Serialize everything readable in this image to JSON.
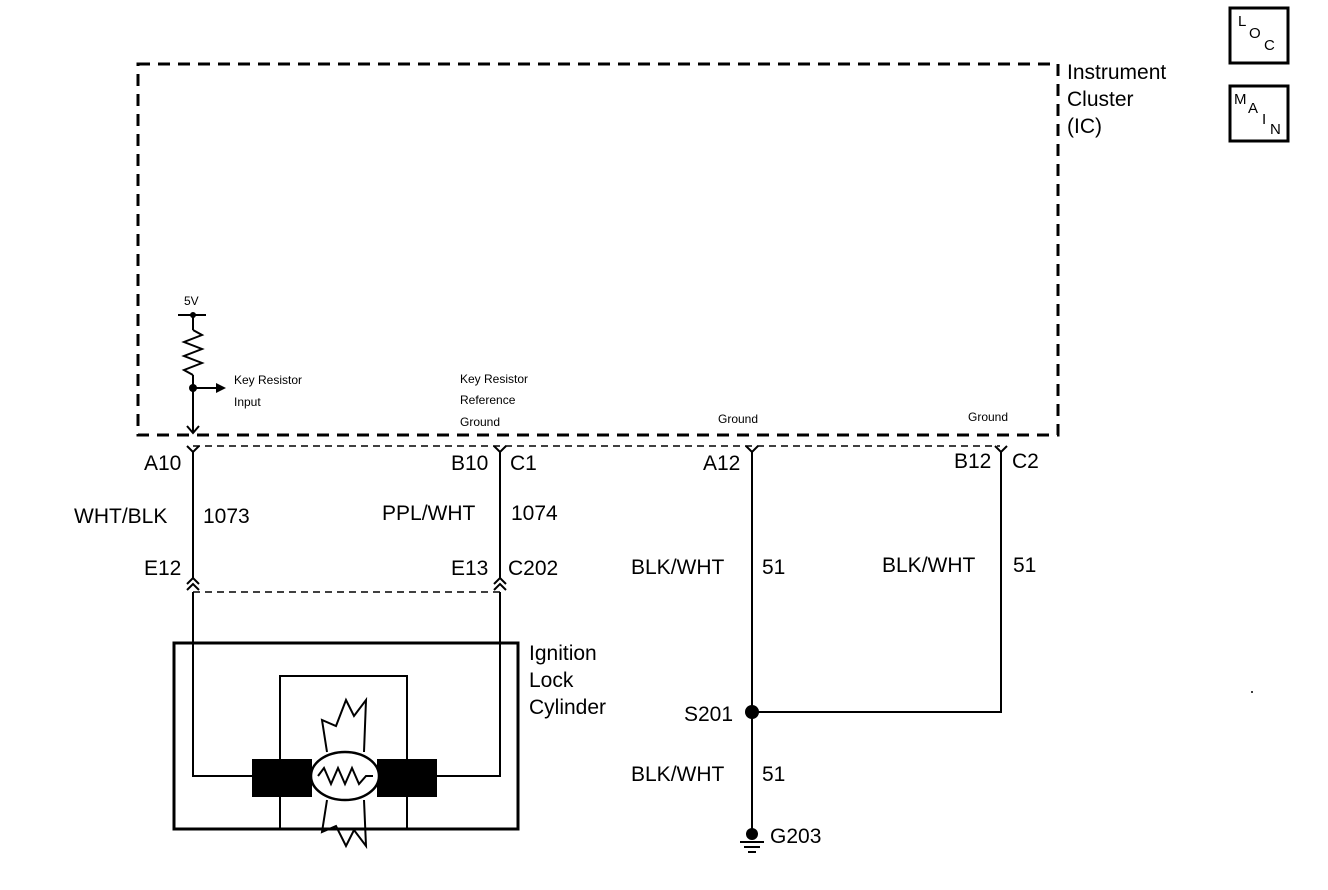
{
  "legend": {
    "loc": {
      "l": "L",
      "o": "O",
      "c": "C"
    },
    "main": {
      "m": "M",
      "a": "A",
      "i": "I",
      "n": "N"
    }
  },
  "instrument_cluster": {
    "line1": "Instrument",
    "line2": "Cluster",
    "line3": "(IC)",
    "voltage": "5V",
    "key_resistor_input": [
      "Key Resistor",
      "Input"
    ],
    "key_resistor_ref_ground": [
      "Key Resistor",
      "Reference",
      "Ground"
    ],
    "ground_a12": "Ground",
    "ground_b12": "Ground"
  },
  "connectors": {
    "a10": "A10",
    "b10": "B10",
    "c1": "C1",
    "a12": "A12",
    "b12": "B12",
    "c2": "C2",
    "e12": "E12",
    "e13": "E13",
    "c202": "C202"
  },
  "wires": [
    {
      "color": "WHT/BLK",
      "circuit": "1073"
    },
    {
      "color": "PPL/WHT",
      "circuit": "1074"
    },
    {
      "color": "BLK/WHT",
      "circuit": "51"
    },
    {
      "color": "BLK/WHT",
      "circuit": "51"
    },
    {
      "color": "BLK/WHT",
      "circuit": "51"
    }
  ],
  "splice": "S201",
  "ground_point": "G203",
  "ignition_lock": {
    "line1": "Ignition",
    "line2": "Lock",
    "line3": "Cylinder"
  }
}
